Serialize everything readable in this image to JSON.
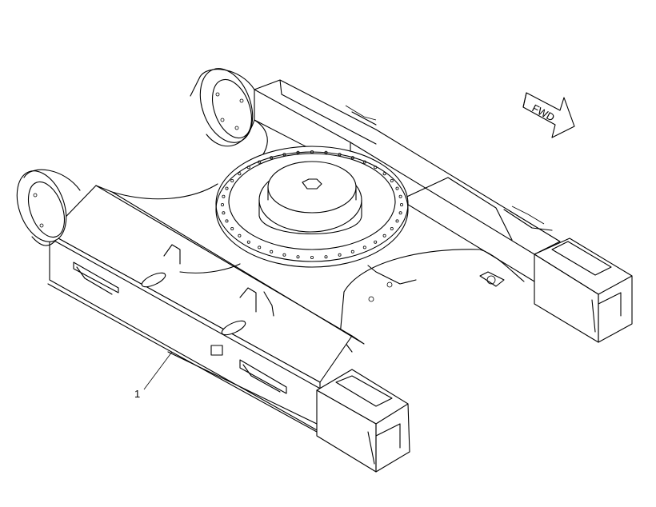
{
  "callouts": [
    {
      "id": "1",
      "text": "1"
    }
  ],
  "direction_arrow": {
    "text": "FWD"
  }
}
